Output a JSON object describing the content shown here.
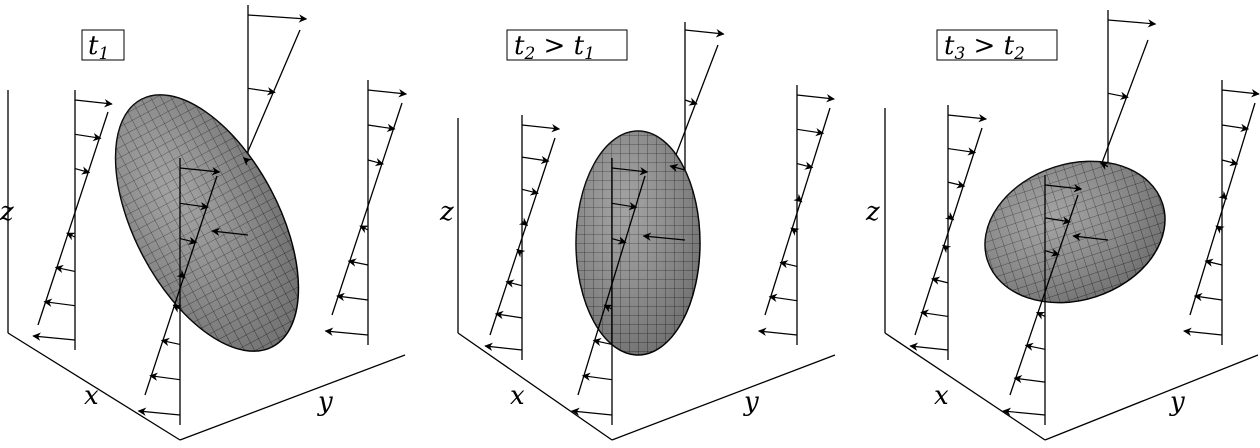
{
  "panels": [
    {
      "label_main": "t",
      "label_sub": "1",
      "label_op": "",
      "label_main2": "",
      "label_sub2": "",
      "axis_z": "z",
      "axis_x": "x",
      "axis_y": "y",
      "ellipsoid_tilt_deg": 28
    },
    {
      "label_main": "t",
      "label_sub": "2",
      "label_op": " > ",
      "label_main2": "t",
      "label_sub2": "1",
      "axis_z": "z",
      "axis_x": "x",
      "axis_y": "y",
      "ellipsoid_tilt_deg": 0
    },
    {
      "label_main": "t",
      "label_sub": "3",
      "label_op": " > ",
      "label_main2": "t",
      "label_sub2": "2",
      "axis_z": "z",
      "axis_x": "x",
      "axis_y": "y",
      "ellipsoid_tilt_deg": -70
    }
  ],
  "colors": {
    "ellipsoid_fill": "#8f8f8f",
    "ink": "#000000"
  }
}
